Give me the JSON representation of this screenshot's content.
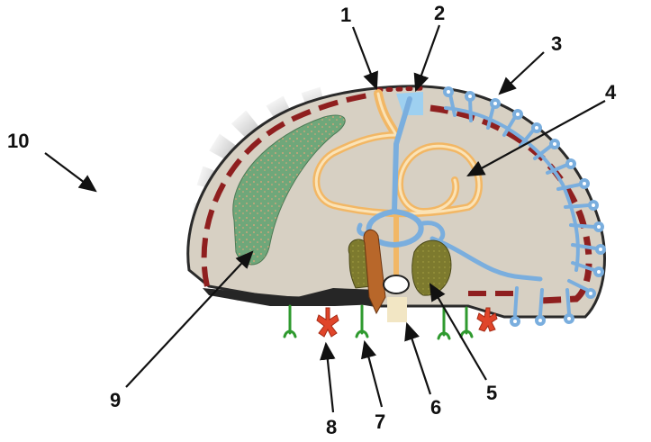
{
  "diagram": {
    "labels": [
      "1",
      "2",
      "3",
      "4",
      "5",
      "6",
      "7",
      "8",
      "9",
      "10"
    ]
  },
  "colors": {
    "body": "#d7d0c3",
    "outline": "#2a2a2a",
    "spine_dark": "#2b2b2b",
    "spine_light": "#f2f2f2",
    "dashed_band": "#8f1f1f",
    "water_vascular": "#7aaede",
    "axial_tube": "#f2b765",
    "green_organ": "#6fa77a",
    "olive_gonad": "#7d7a2e",
    "red_pedicellaria": "#e0452a",
    "green_podia": "#2f9a2f",
    "madreporite_blue": "#9ed0f0"
  }
}
